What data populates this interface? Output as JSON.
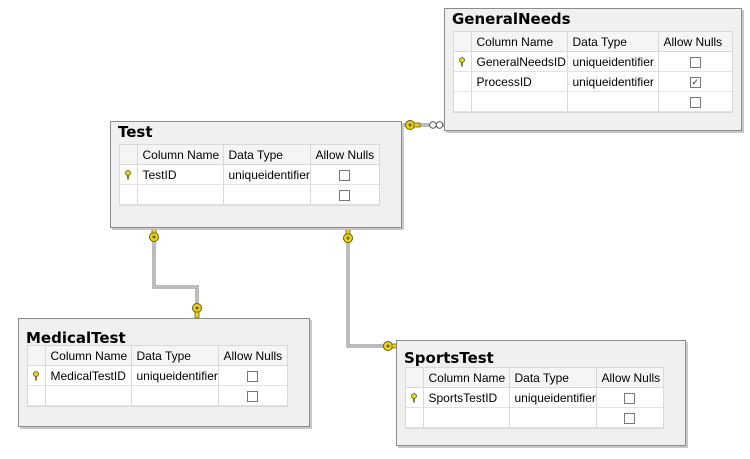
{
  "tables": {
    "general_needs": {
      "title": "GeneralNeeds",
      "headers": [
        "Column Name",
        "Data Type",
        "Allow Nulls"
      ],
      "rows": [
        {
          "name": "GeneralNeedsID",
          "type": "uniqueidentifier",
          "pk": true,
          "allow_nulls": false
        },
        {
          "name": "ProcessID",
          "type": "uniqueidentifier",
          "pk": false,
          "allow_nulls": true
        }
      ]
    },
    "test": {
      "title": "Test",
      "headers": [
        "Column Name",
        "Data Type",
        "Allow Nulls"
      ],
      "rows": [
        {
          "name": "TestID",
          "type": "uniqueidentifier",
          "pk": true,
          "allow_nulls": false
        }
      ]
    },
    "medical_test": {
      "title": "MedicalTest",
      "headers": [
        "Column Name",
        "Data Type",
        "Allow Nulls"
      ],
      "rows": [
        {
          "name": "MedicalTestID",
          "type": "uniqueidentifier",
          "pk": true,
          "allow_nulls": false
        }
      ]
    },
    "sports_test": {
      "title": "SportsTest",
      "headers": [
        "Column Name",
        "Data Type",
        "Allow Nulls"
      ],
      "rows": [
        {
          "name": "SportsTestID",
          "type": "uniqueidentifier",
          "pk": true,
          "allow_nulls": false
        }
      ]
    }
  },
  "colors": {
    "key": "#e8d21d",
    "key_outline": "#6b5d00",
    "connector": "#7a7a7a"
  },
  "icons": {
    "primary_key": "key-icon",
    "relationship_key_end": "key-icon",
    "relationship_infinity_end": "infinity-icon"
  }
}
